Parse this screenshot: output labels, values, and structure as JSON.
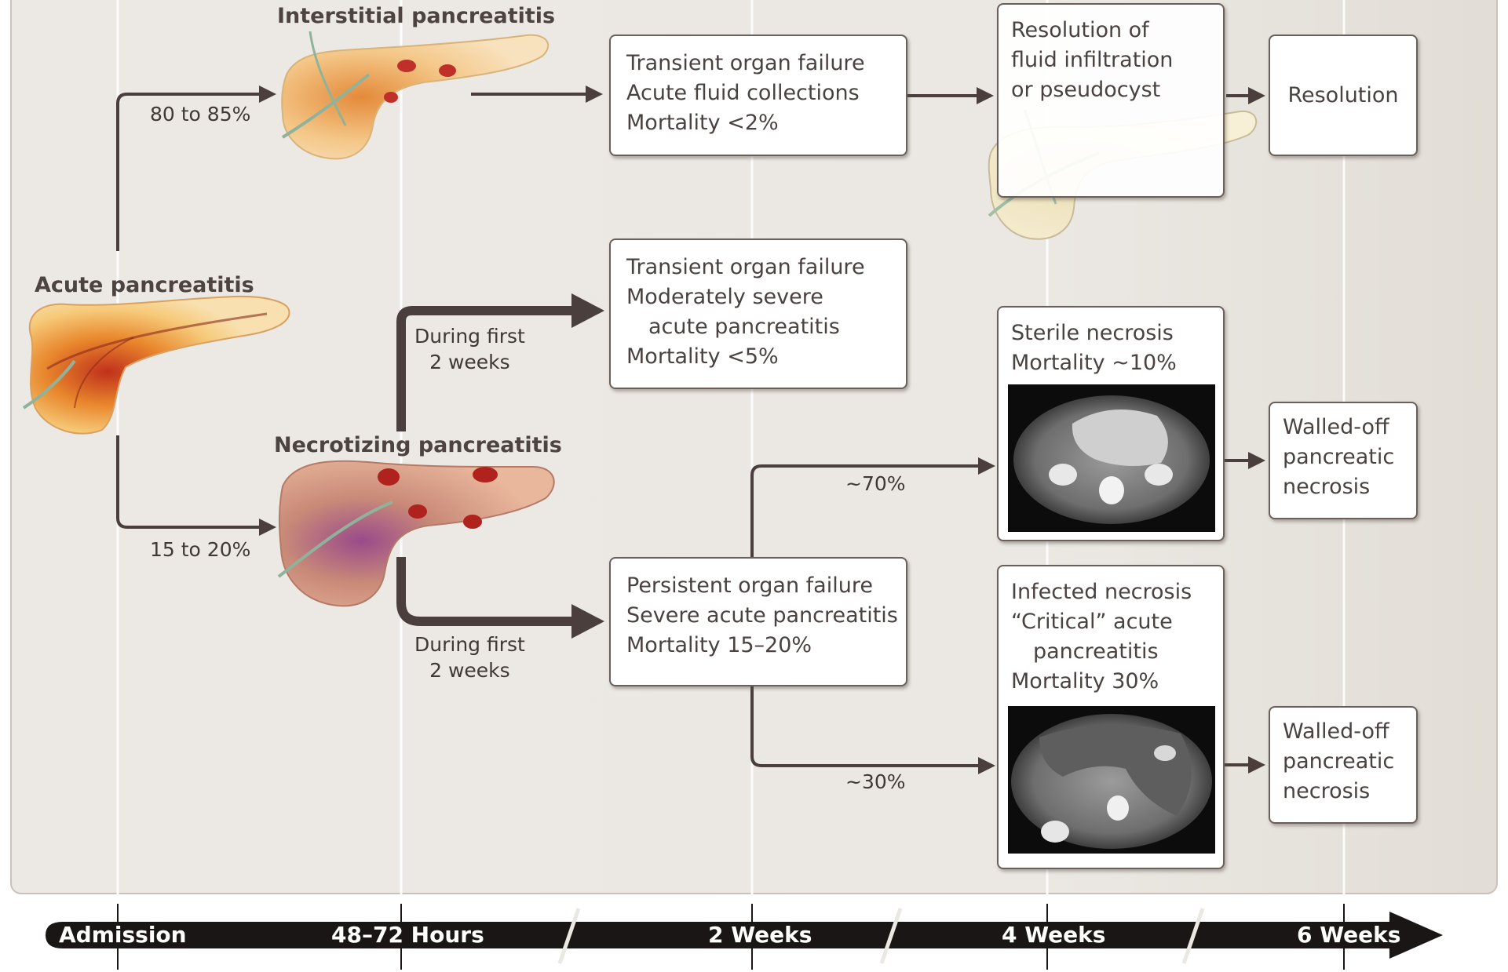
{
  "stages": {
    "acute": "Acute pancreatitis",
    "interstitial": "Interstitial pancreatitis",
    "necrotizing": "Necrotizing pancreatitis"
  },
  "branches": {
    "interstitial_pct": "80 to 85%",
    "necrotizing_pct": "15 to 20%",
    "during_first_top": [
      "During first",
      "2 weeks"
    ],
    "during_first_bottom": [
      "During first",
      "2 weeks"
    ],
    "sterile_pct": "~70%",
    "infected_pct": "~30%"
  },
  "boxes": {
    "transient_interstitial": [
      "Transient organ failure",
      "Acute fluid collections",
      "Mortality <2%"
    ],
    "resolution_of": [
      "Resolution of",
      "fluid infiltration",
      "or pseudocyst"
    ],
    "resolution": "Resolution",
    "transient_moderate": [
      "Transient organ failure",
      "Moderately severe",
      "acute pancreatitis",
      "Mortality <5%"
    ],
    "sterile": [
      "Sterile necrosis",
      "Mortality ~10%"
    ],
    "walled_off_1": [
      "Walled-off",
      "pancreatic",
      "necrosis"
    ],
    "persistent": [
      "Persistent organ failure",
      "Severe acute pancreatitis",
      "Mortality 15–20%"
    ],
    "infected": [
      "Infected necrosis",
      "“Critical” acute",
      "pancreatitis",
      "Mortality 30%"
    ],
    "walled_off_2": [
      "Walled-off",
      "pancreatic",
      "necrosis"
    ]
  },
  "timeline": [
    "Admission",
    "48–72 Hours",
    "2 Weeks",
    "4 Weeks",
    "6 Weeks"
  ],
  "colors": {
    "arrow": "#4a3f3c",
    "timeline": "#1a1615",
    "panel": "#ebe8e3"
  }
}
